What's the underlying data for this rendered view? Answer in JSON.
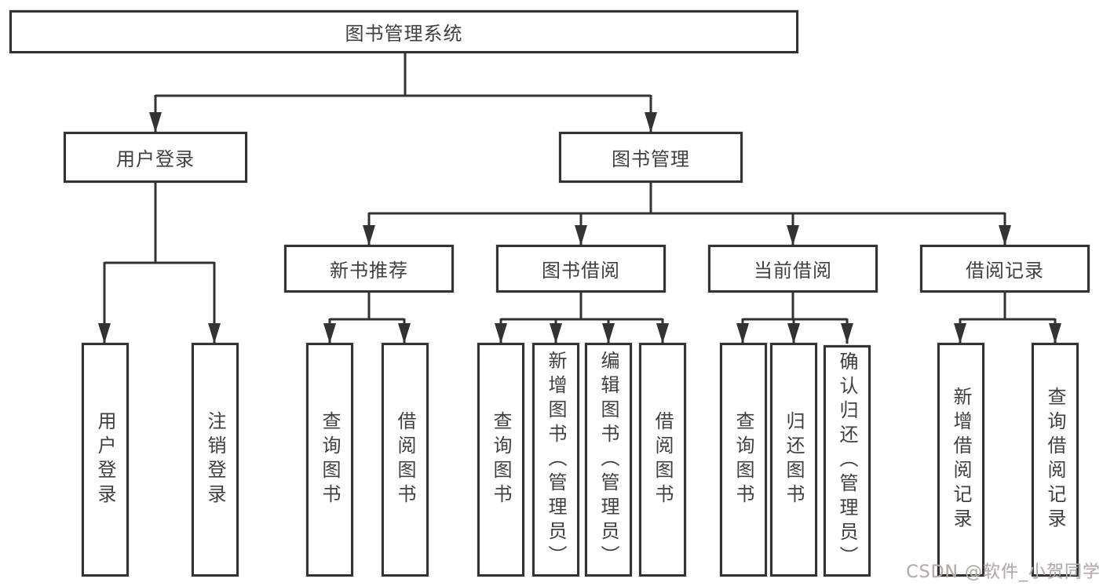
{
  "diagram_title": "图书管理系统",
  "tree": {
    "root": {
      "label": "图书管理系统"
    },
    "branches": [
      {
        "label": "用户登录",
        "children": [
          {
            "label": "用户登录"
          },
          {
            "label": "注销登录"
          }
        ]
      },
      {
        "label": "图书管理",
        "children": [
          {
            "label": "新书推荐",
            "children": [
              {
                "label": "查询图书"
              },
              {
                "label": "借阅图书"
              }
            ]
          },
          {
            "label": "图书借阅",
            "children": [
              {
                "label": "查询图书"
              },
              {
                "label": "新增图书（管理员）"
              },
              {
                "label": "编辑图书（管理员）"
              },
              {
                "label": "借阅图书"
              }
            ]
          },
          {
            "label": "当前借阅",
            "children": [
              {
                "label": "查询图书"
              },
              {
                "label": "归还图书"
              },
              {
                "label": "确认归还（管理员）"
              }
            ]
          },
          {
            "label": "借阅记录",
            "children": [
              {
                "label": "新增借阅记录"
              },
              {
                "label": "查询借阅记录"
              }
            ]
          }
        ]
      }
    ]
  },
  "watermark": {
    "text": "CSDN @软件_小贺同学"
  },
  "colors": {
    "line": "#333333",
    "box_border": "#333333",
    "box_background": "#ffffff",
    "text": "#404040",
    "page_background": "#ffffff",
    "watermark": "#b5abab"
  }
}
